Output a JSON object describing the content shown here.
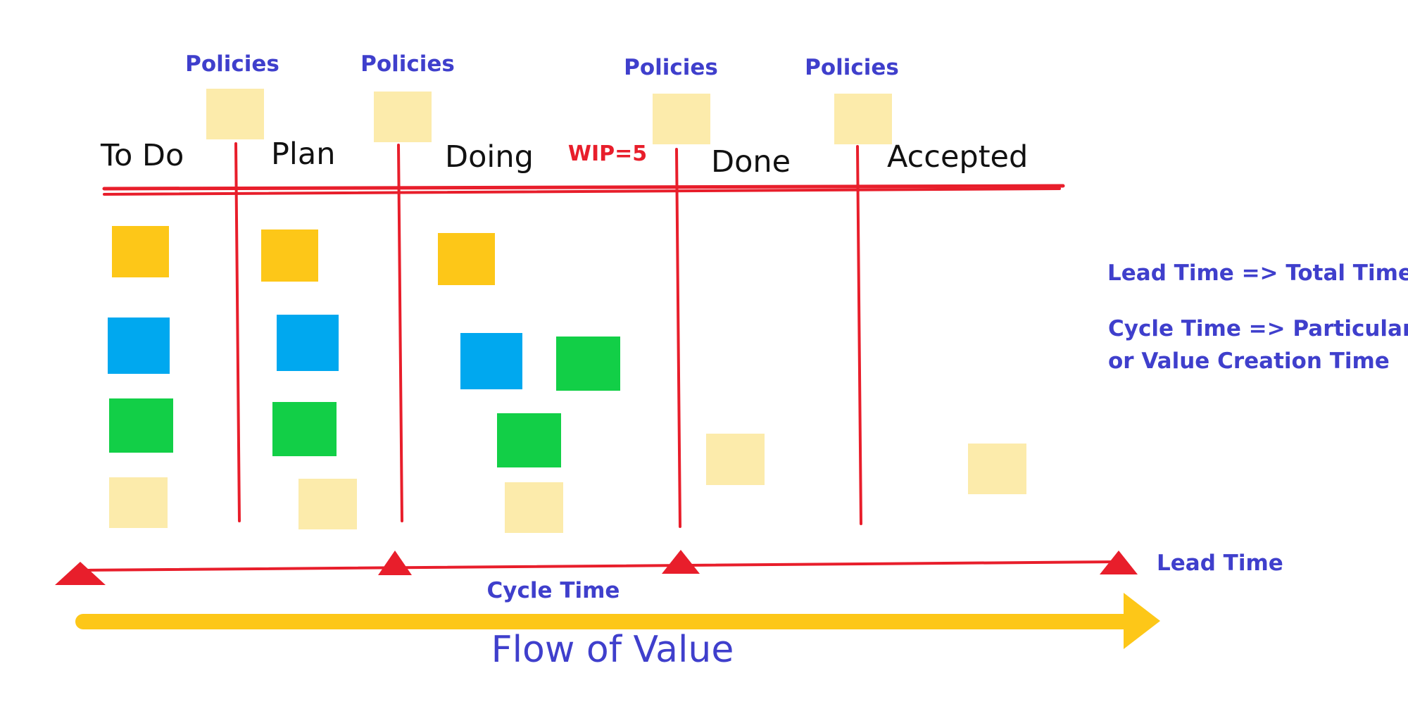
{
  "policies": [
    {
      "label": "Policies"
    },
    {
      "label": "Policies"
    },
    {
      "label": "Policies"
    },
    {
      "label": "Policies"
    }
  ],
  "columns": [
    {
      "label": "To Do"
    },
    {
      "label": "Plan"
    },
    {
      "label": "Doing"
    },
    {
      "label": "Done"
    },
    {
      "label": "Accepted"
    }
  ],
  "wip_label": "WIP=5",
  "notes": {
    "lead_time_definition": "Lead Time => Total Time",
    "cycle_time_definition_line1": "Cycle Time => Particular",
    "cycle_time_definition_line2": "or Value Creation Time"
  },
  "lead_time_label": "Lead Time",
  "cycle_time_label": "Cycle Time",
  "flow_label": "Flow of Value",
  "colors": {
    "red": "#e81e2b",
    "blue_text": "#3f3fcc",
    "yellow": "#fdc718",
    "pale_yellow": "#fcebab",
    "sky_blue": "#00a8ef",
    "green": "#12cf47"
  }
}
